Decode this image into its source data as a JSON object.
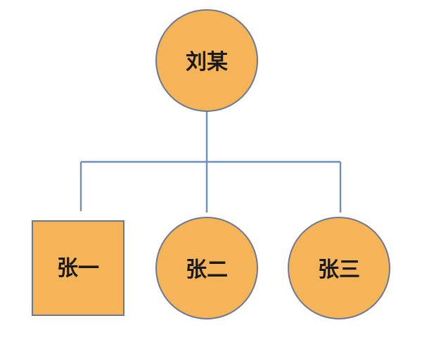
{
  "colors": {
    "node_fill": "#f6b459",
    "node_stroke": "#6b7890",
    "connector": "#6f8fb8"
  },
  "root": {
    "label": "刘某",
    "shape": "circle"
  },
  "children": [
    {
      "label": "张一",
      "shape": "square"
    },
    {
      "label": "张二",
      "shape": "circle"
    },
    {
      "label": "张三",
      "shape": "circle"
    }
  ]
}
